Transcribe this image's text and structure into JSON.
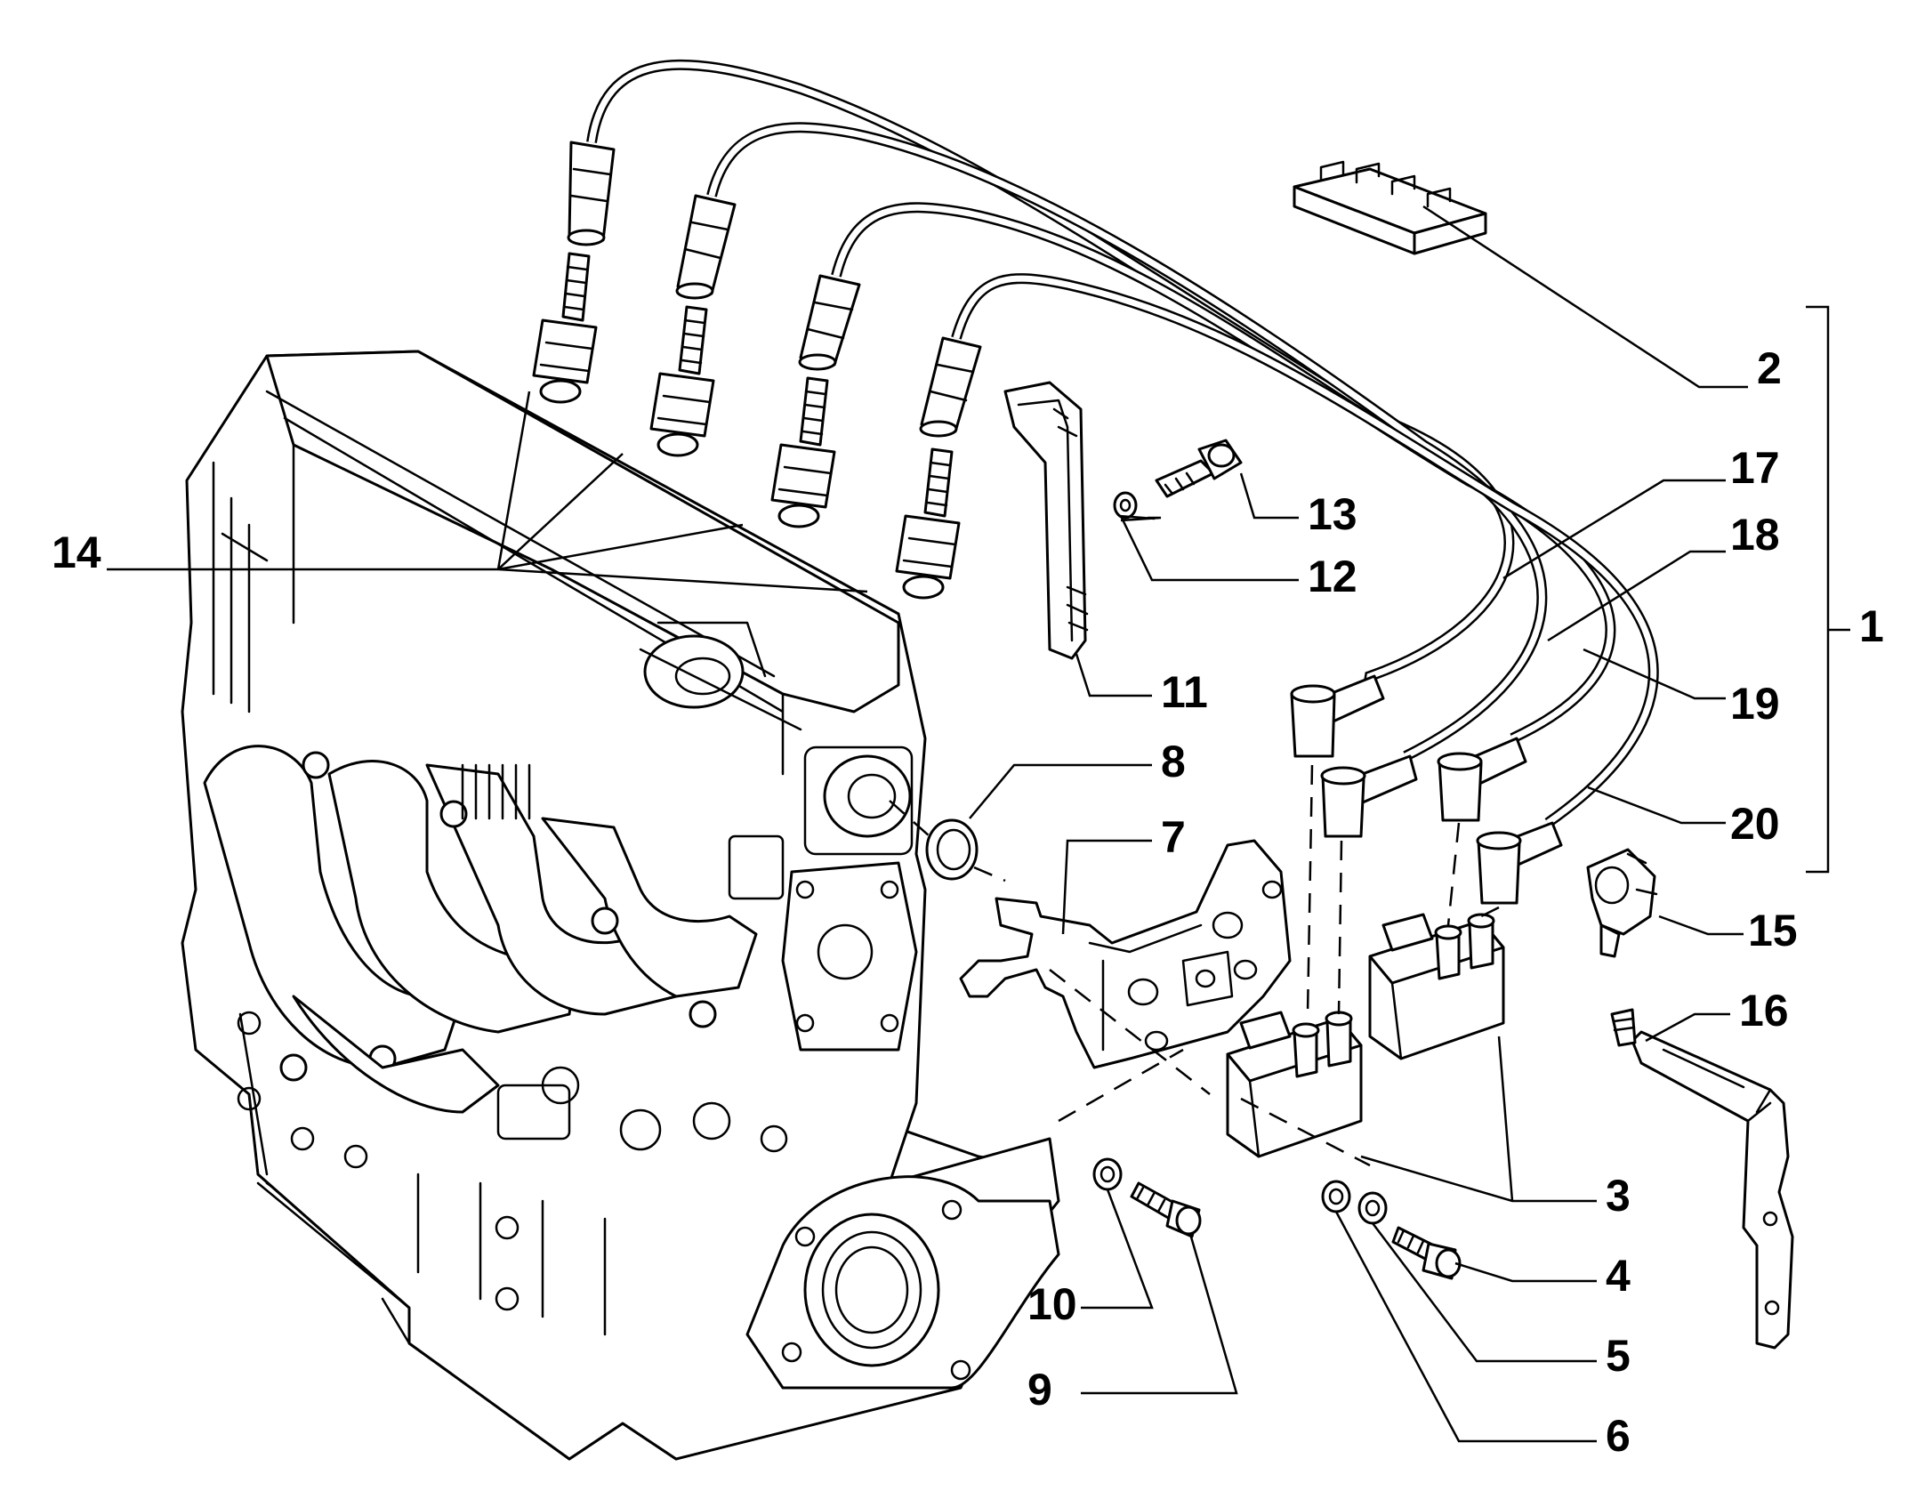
{
  "callouts": [
    {
      "id": "c1",
      "text": "1"
    },
    {
      "id": "c2",
      "text": "2"
    },
    {
      "id": "c3",
      "text": "3"
    },
    {
      "id": "c4",
      "text": "4"
    },
    {
      "id": "c5",
      "text": "5"
    },
    {
      "id": "c6",
      "text": "6"
    },
    {
      "id": "c7",
      "text": "7"
    },
    {
      "id": "c8",
      "text": "8"
    },
    {
      "id": "c9",
      "text": "9"
    },
    {
      "id": "c10",
      "text": "10"
    },
    {
      "id": "c11",
      "text": "11"
    },
    {
      "id": "c12",
      "text": "12"
    },
    {
      "id": "c13",
      "text": "13"
    },
    {
      "id": "c14",
      "text": "14"
    },
    {
      "id": "c15",
      "text": "15"
    },
    {
      "id": "c16",
      "text": "16"
    },
    {
      "id": "c17",
      "text": "17"
    },
    {
      "id": "c18",
      "text": "18"
    },
    {
      "id": "c19",
      "text": "19"
    },
    {
      "id": "c20",
      "text": "20"
    }
  ],
  "colors": {
    "line": "#000000",
    "background": "#ffffff"
  }
}
